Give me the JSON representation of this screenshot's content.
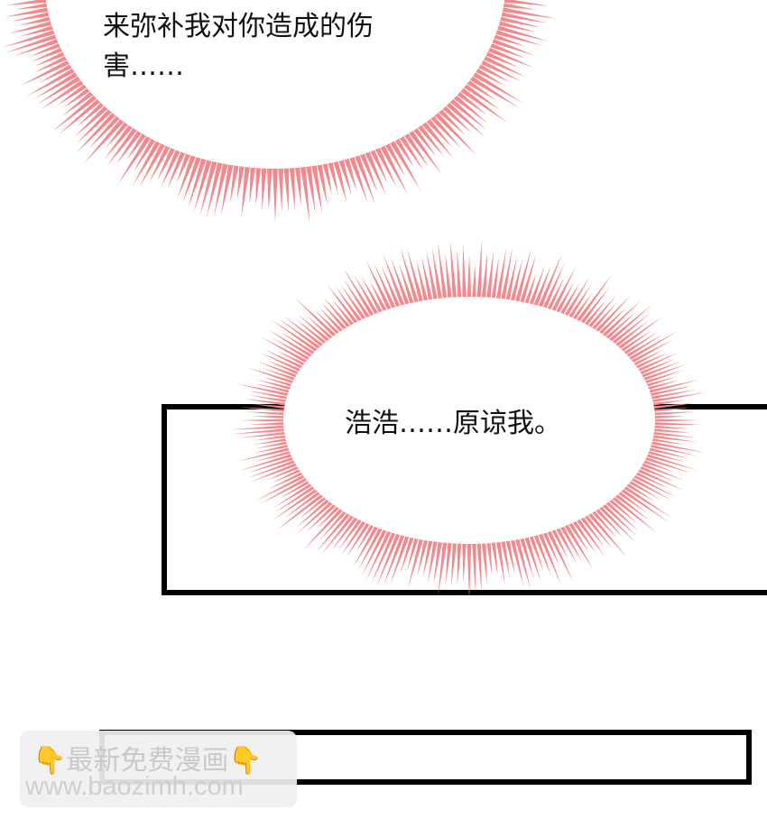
{
  "bubbles": [
    {
      "text_line1": "来弥补我对你造成的伤",
      "text_line2": "害……"
    },
    {
      "text": "浩浩……原谅我。"
    }
  ],
  "colors": {
    "spike": "#f08a8e",
    "panel_border": "#000000"
  },
  "watermark": {
    "line1": "最新免费漫画",
    "line2": "www.baozimh.com",
    "icon": "pointing-down-hand-icon"
  }
}
